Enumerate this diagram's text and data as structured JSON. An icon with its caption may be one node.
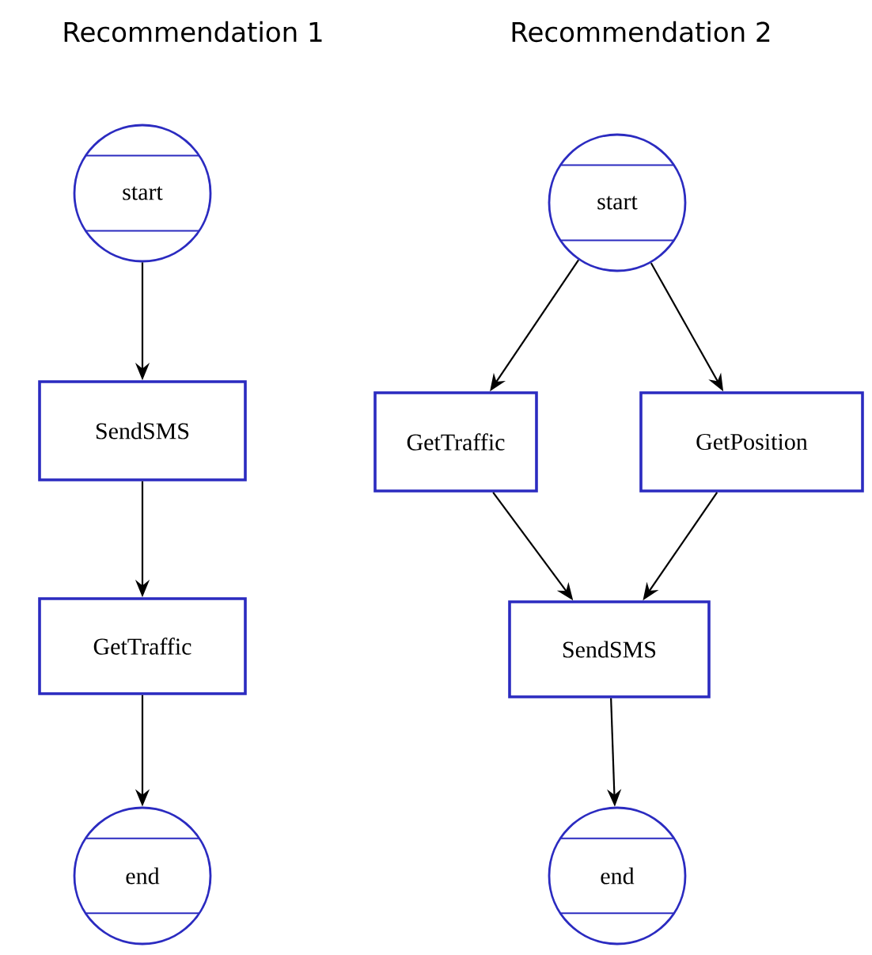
{
  "diagram": {
    "nodes": [
      {
        "text": [
          "start"
        ]
      },
      {
        "text": [
          "SendSMS"
        ]
      },
      {
        "text": [
          "GetTraffic"
        ]
      },
      {
        "text": [
          "end"
        ]
      },
      {
        "text": [
          "start"
        ]
      },
      {
        "text": [
          "GetTraffic"
        ]
      },
      {
        "text": [
          "GetPosition"
        ]
      },
      {
        "text": [
          "SendSMS"
        ]
      },
      {
        "text": [
          "end"
        ]
      }
    ],
    "edges": [
      {
        "from": 0,
        "to": 1,
        "arrow": "to"
      },
      {
        "from": 1,
        "to": 2,
        "arrow": "to"
      },
      {
        "from": 2,
        "to": 3,
        "arrow": "to"
      },
      {
        "from": 4,
        "to": 5,
        "arrow": "to"
      },
      {
        "from": 4,
        "to": 6,
        "arrow": "to"
      },
      {
        "from": 5,
        "to": 7,
        "arrow": "to"
      },
      {
        "from": 6,
        "to": 7,
        "arrow": "to"
      },
      {
        "from": 7,
        "to": 8,
        "arrow": "to"
      }
    ],
    "labels": [
      "Recommendation 1",
      "Recommendation 2"
    ]
  }
}
